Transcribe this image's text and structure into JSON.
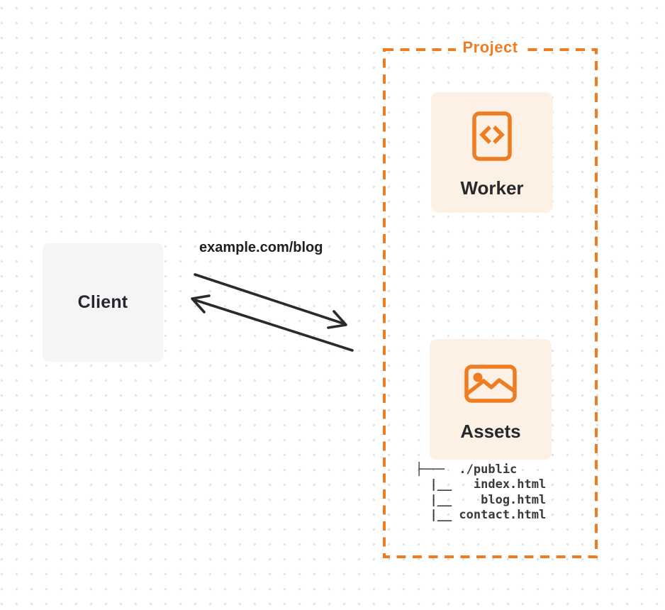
{
  "client": {
    "label": "Client"
  },
  "request": {
    "url_label": "example.com/blog"
  },
  "project": {
    "label": "Project",
    "worker": {
      "label": "Worker",
      "icon": "code-file-icon"
    },
    "assets": {
      "label": "Assets",
      "icon": "image-icon"
    },
    "file_tree": "├───  ./public\n  |__   index.html\n  |__    blog.html\n  |__ contact.html"
  },
  "colors": {
    "orange": "#ee7d22",
    "cream": "#fdf1e5",
    "client_bg": "#f5f5f6",
    "ink": "#25282c",
    "tree_ink": "#3a3a3a",
    "arrow_ink": "#2b2b2b",
    "dot": "#e3e3e3"
  }
}
